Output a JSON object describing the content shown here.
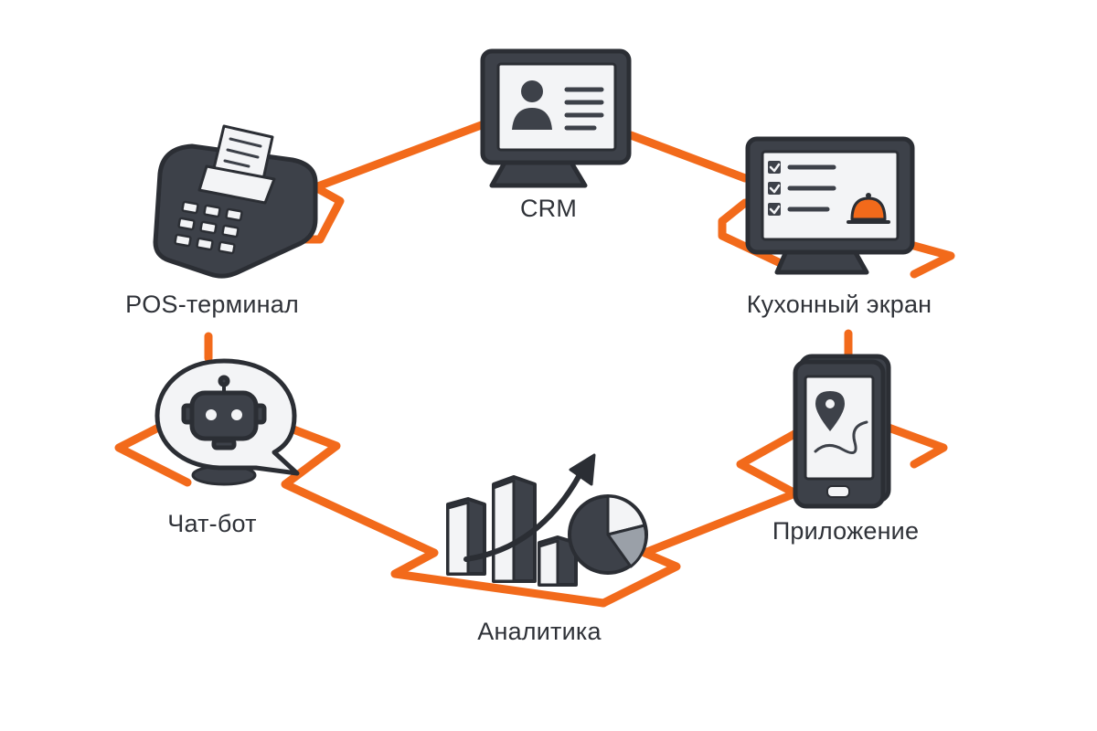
{
  "colors": {
    "accent": "#f26a1b",
    "dark": "#3d4149",
    "darker": "#2b2e34",
    "light": "#f3f4f6",
    "mid": "#9aa0a8"
  },
  "nodes": {
    "crm": {
      "label": "CRM",
      "icon": "crm-monitor-icon"
    },
    "kitchen": {
      "label": "Кухонный экран",
      "icon": "kitchen-display-icon"
    },
    "app": {
      "label": "Приложение",
      "icon": "mobile-app-icon"
    },
    "analytics": {
      "label": "Аналитика",
      "icon": "analytics-chart-icon"
    },
    "chatbot": {
      "label": "Чат-бот",
      "icon": "chatbot-icon"
    },
    "pos": {
      "label": "POS-терминал",
      "icon": "pos-terminal-icon"
    }
  }
}
